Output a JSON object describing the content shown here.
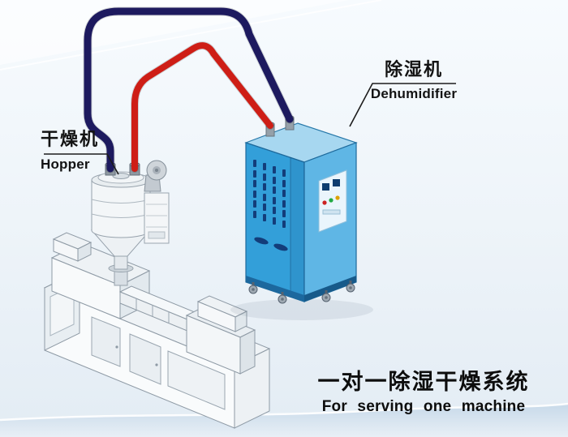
{
  "labels": {
    "hopper": {
      "cn": "干燥机",
      "en": "Hopper"
    },
    "dehumidifier": {
      "cn": "除湿机",
      "en": "Dehumidifier"
    },
    "caption": {
      "cn": "一对一除湿干燥系统",
      "en": "For serving one machine"
    }
  },
  "colors": {
    "hose_return": "#1d1a5f",
    "hose_supply": "#ce1e16",
    "cabinet_front": "#339fd9",
    "cabinet_side": "#5fb6e5",
    "cabinet_top": "#a7d7f0",
    "vent_slot": "#133d7a",
    "label_ink": "#1c1c1c"
  }
}
